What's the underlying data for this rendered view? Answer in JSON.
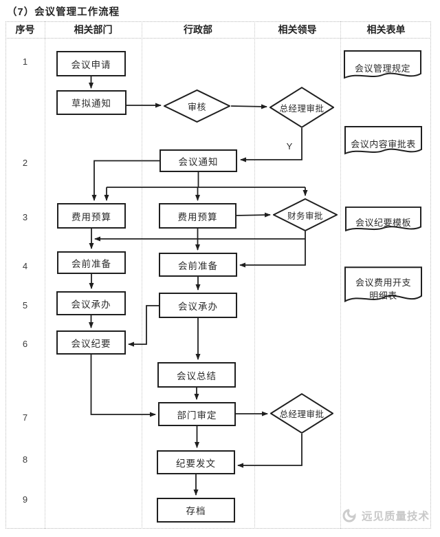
{
  "title": "（7）会议管理工作流程",
  "table": {
    "headers": [
      "序号",
      "相关部门",
      "行政部",
      "相关领导",
      "相关表单"
    ]
  },
  "row_numbers": [
    "1",
    "2",
    "3",
    "4",
    "5",
    "6",
    "7",
    "8",
    "9"
  ],
  "nodes": {
    "meeting_request": {
      "label": "会议申请"
    },
    "draft_notice": {
      "label": "草拟通知"
    },
    "review": {
      "label": "审核"
    },
    "gm_approval_top": {
      "label": "总经理审批"
    },
    "meeting_notice": {
      "label": "会议通知"
    },
    "budget_dept": {
      "label": "费用预算"
    },
    "budget_admin": {
      "label": "费用预算"
    },
    "finance_approval": {
      "label": "财务审批"
    },
    "prep_dept": {
      "label": "会前准备"
    },
    "prep_admin": {
      "label": "会前准备"
    },
    "host_dept": {
      "label": "会议承办"
    },
    "host_admin": {
      "label": "会议承办"
    },
    "minutes_dept": {
      "label": "会议纪要"
    },
    "summary_admin": {
      "label": "会议总结"
    },
    "dept_review": {
      "label": "部门审定"
    },
    "gm_approval_bottom": {
      "label": "总经理审批"
    },
    "minutes_issue": {
      "label": "纪要发文"
    },
    "archive": {
      "label": "存档"
    }
  },
  "forms": {
    "regulation": {
      "label": "会议管理规定"
    },
    "content_approval": {
      "label": "会议内容审批表"
    },
    "minutes_template": {
      "label": "会议纪要模板"
    },
    "expense_detail": {
      "line1": "会议费用开支",
      "line2": "明细表"
    }
  },
  "edge_labels": {
    "yes": "Y"
  },
  "watermark": {
    "text": "远见质量技术"
  },
  "colors": {
    "line": "#1f1f1f",
    "grid": "#c6c6c6",
    "watermark": "#c8c8c8"
  }
}
